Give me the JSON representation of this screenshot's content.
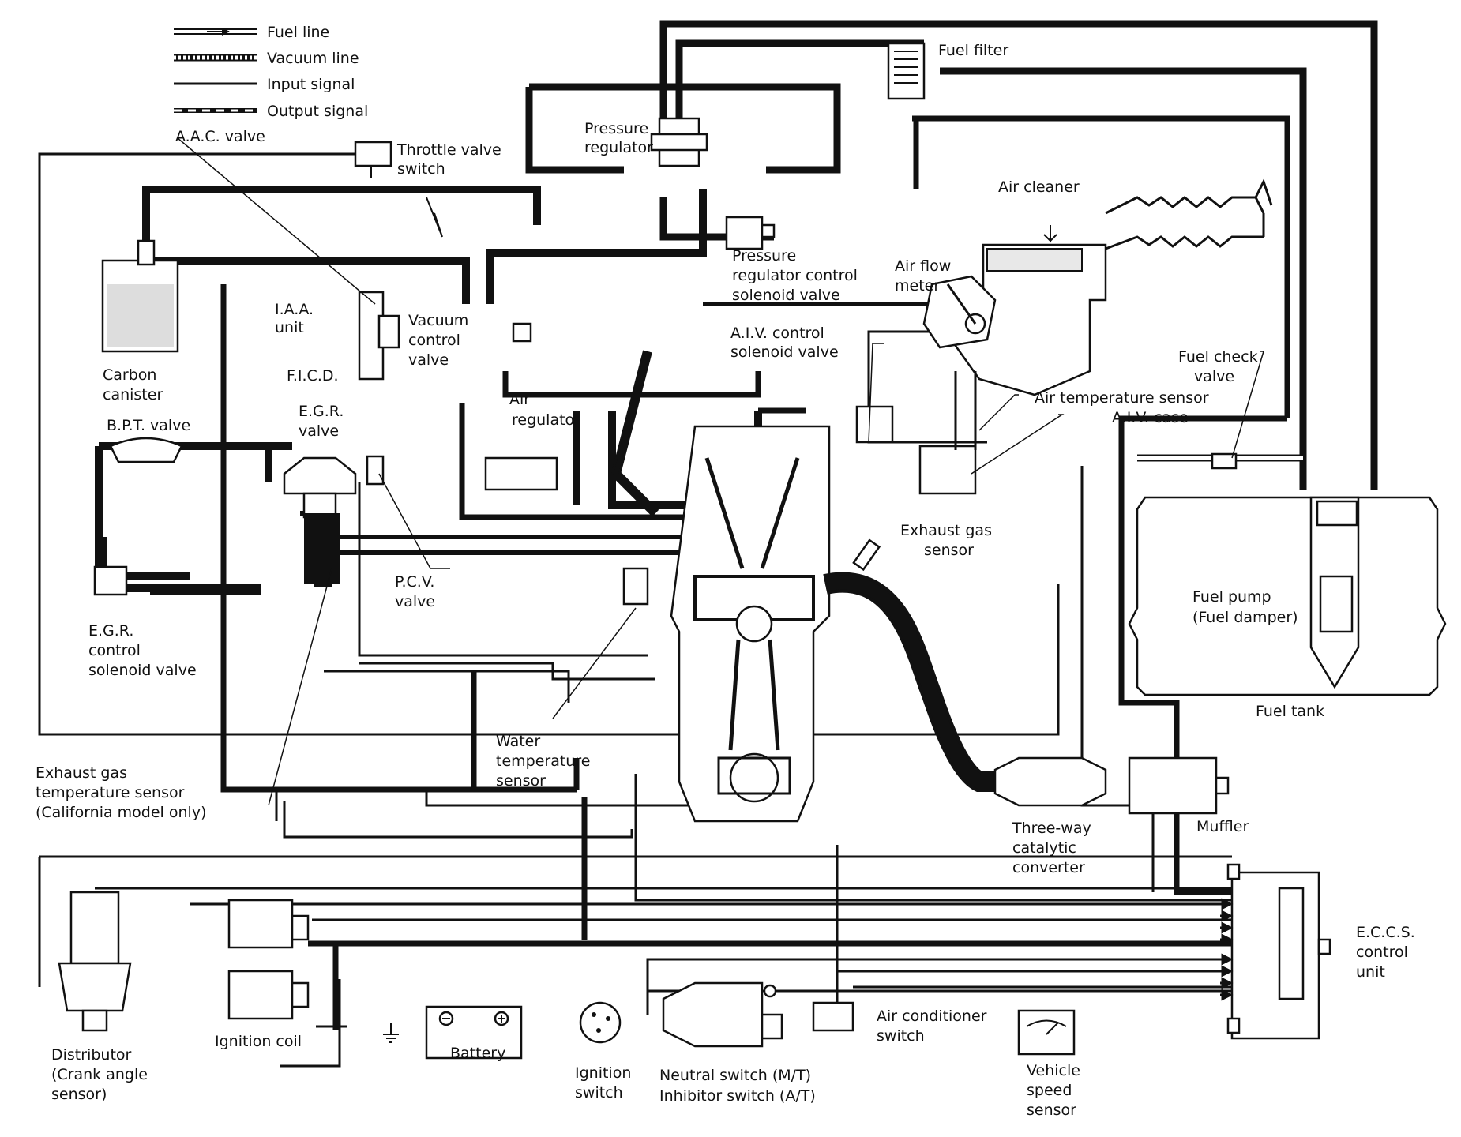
{
  "legend": {
    "fuel_line": "Fuel line",
    "vacuum_line": "Vacuum line",
    "input_signal": "Input signal",
    "output_signal": "Output signal"
  },
  "labels": {
    "aac_valve": "A.A.C. valve",
    "throttle_1": "Throttle valve",
    "throttle_2": "switch",
    "fuel_filter": "Fuel filter",
    "pressure_reg_1": "Pressure",
    "pressure_reg_2": "regulator",
    "air_cleaner": "Air cleaner",
    "prcs_1": "Pressure",
    "prcs_2": "regulator control",
    "prcs_3": "solenoid valve",
    "air_flow_1": "Air flow",
    "air_flow_2": "meter",
    "iaa_1": "I.A.A.",
    "iaa_2": "unit",
    "vcv_1": "Vacuum",
    "vcv_2": "control",
    "vcv_3": "valve",
    "carbon_1": "Carbon",
    "carbon_2": "canister",
    "ficd": "F.I.C.D.",
    "aiv_ctrl_1": "A.I.V. control",
    "aiv_ctrl_2": "solenoid valve",
    "fuel_check_1": "Fuel check",
    "fuel_check_2": "valve",
    "air_regulator_1": "Air",
    "air_regulator_2": "regulator",
    "egr_valve_1": "E.G.R.",
    "egr_valve_2": "valve",
    "air_temp_sensor": "Air temperature sensor",
    "aiv_case": "A.I.V. case",
    "bpt_valve": "B.P.T. valve",
    "exhaust_gas_1": "Exhaust gas",
    "exhaust_gas_2": "sensor",
    "pcv_1": "P.C.V.",
    "pcv_2": "valve",
    "fuel_pump_1": "Fuel pump",
    "fuel_pump_2": "(Fuel damper)",
    "egr_sol_1": "E.G.R.",
    "egr_sol_2": "control",
    "egr_sol_3": "solenoid valve",
    "fuel_tank": "Fuel tank",
    "water_temp_1": "Water",
    "water_temp_2": "temperature",
    "water_temp_3": "sensor",
    "egts_1": "Exhaust gas",
    "egts_2": "temperature sensor",
    "egts_3": "(California model only)",
    "muffler": "Muffler",
    "twc_1": "Three-way",
    "twc_2": "catalytic",
    "twc_3": "converter",
    "eccs_1": "E.C.C.S.",
    "eccs_2": "control",
    "eccs_3": "unit",
    "ac_switch_1": "Air conditioner",
    "ac_switch_2": "switch",
    "distributor_1": "Distributor",
    "distributor_2": "(Crank angle",
    "distributor_3": "sensor)",
    "ignition_coil": "Ignition coil",
    "battery": "Battery",
    "ignition_switch_1": "Ignition",
    "ignition_switch_2": "switch",
    "neutral_1": "Neutral switch (M/T)",
    "neutral_2": "Inhibitor switch (A/T)",
    "vss_1": "Vehicle",
    "vss_2": "speed",
    "vss_3": "sensor"
  }
}
